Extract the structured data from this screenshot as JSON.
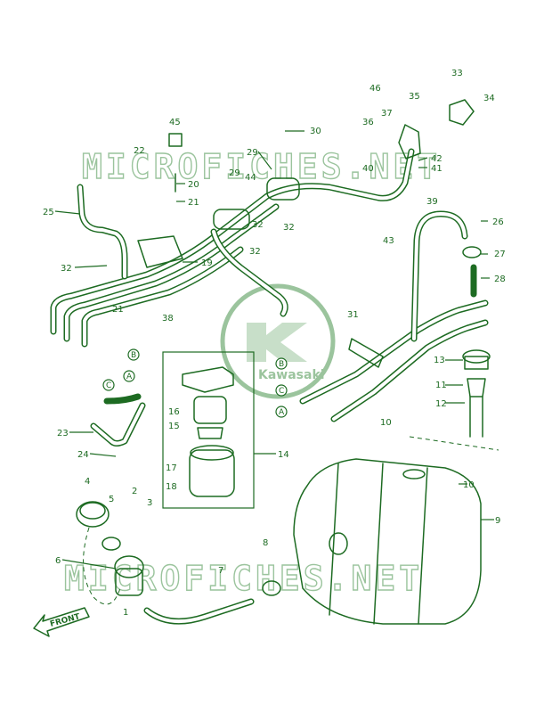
{
  "watermark": {
    "top": "MICROFICHES.NET",
    "bottom": "MICROFICHES.NET"
  },
  "logo": {
    "brand": "Kawasaki"
  },
  "front_label": "FRONT",
  "connection_letters": [
    "A",
    "B",
    "C"
  ],
  "callouts": {
    "c1": "1",
    "c2": "2",
    "c3": "3",
    "c4": "4",
    "c5": "5",
    "c6": "6",
    "c7": "7",
    "c8": "8",
    "c9": "9",
    "c10a": "10",
    "c10b": "10",
    "c11": "11",
    "c12": "12",
    "c13": "13",
    "c14": "14",
    "c15": "15",
    "c16": "16",
    "c17": "17",
    "c18": "18",
    "c19": "19",
    "c20": "20",
    "c21a": "21",
    "c21b": "21",
    "c22": "22",
    "c23": "23",
    "c24": "24",
    "c25": "25",
    "c26": "26",
    "c27": "27",
    "c28": "28",
    "c29a": "29",
    "c29b": "29",
    "c30": "30",
    "c31": "31",
    "c32a": "32",
    "c32b": "32",
    "c32c": "32",
    "c32d": "32",
    "c33": "33",
    "c34": "34",
    "c35": "35",
    "c36": "36",
    "c37": "37",
    "c38": "38",
    "c39": "39",
    "c40": "40",
    "c41": "41",
    "c42": "42",
    "c43": "43",
    "c44": "44",
    "c45": "45",
    "c46": "46"
  },
  "colors": {
    "ink": "#1d6b22",
    "watermark": "#9bc49d",
    "background": "#ffffff"
  }
}
